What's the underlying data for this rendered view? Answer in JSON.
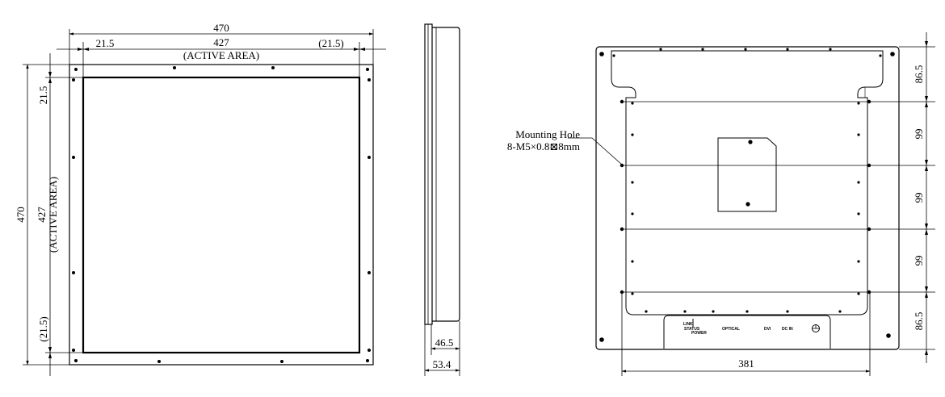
{
  "front_view": {
    "width_overall": "470",
    "margin_left": "21.5",
    "active_width": "427",
    "margin_right": "(21.5)",
    "active_area": "(ACTIVE AREA)",
    "height_overall": "470",
    "margin_top": "21.5",
    "active_height": "427",
    "active_area_vertical": "(ACTIVE AREA)",
    "margin_bottom": "(21.5)"
  },
  "side_view": {
    "depth_front": "46.5",
    "depth_overall": "53.4"
  },
  "rear_view": {
    "mounting_hole_label": "Mounting Hole",
    "mounting_hole_spec": "8-M5×0.8⊠8mm",
    "dim_top": "86.5",
    "dim_mid_1": "99",
    "dim_mid_2": "99",
    "dim_mid_3": "99",
    "dim_bottom": "86.5",
    "hole_span_width": "381",
    "connector_labels": {
      "link": "LINK",
      "status": "STATUS",
      "power": "POWER",
      "optical": "OPTICAL",
      "dvi": "DVI",
      "dc_in": "DC IN"
    }
  }
}
